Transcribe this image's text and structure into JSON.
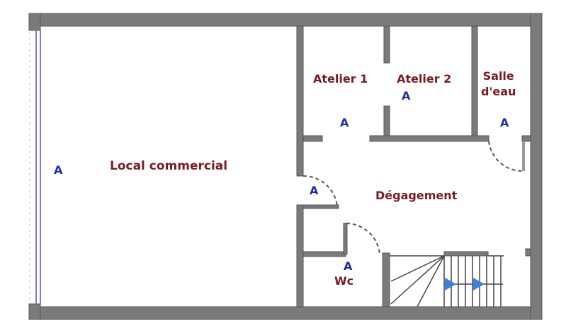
{
  "plan": {
    "colors": {
      "wall": "#7a7a7a",
      "wall_edge": "#555555",
      "room_label": "#7a1b22",
      "marker": "#1f2ca8",
      "glazing": "#7c7fc4",
      "stair_arrow": "#3b7fe0"
    },
    "rooms": [
      {
        "id": "local-commercial",
        "label": "Local commercial"
      },
      {
        "id": "atelier-1",
        "label": "Atelier 1"
      },
      {
        "id": "atelier-2",
        "label": "Atelier 2"
      },
      {
        "id": "salle-deau",
        "label_line1": "Salle",
        "label_line2": "d'eau"
      },
      {
        "id": "degagement",
        "label": "Dégagement"
      },
      {
        "id": "wc",
        "label": "Wc"
      }
    ],
    "markers": {
      "local_commercial": "A",
      "atelier_1": "A",
      "atelier_2": "A",
      "salle_deau": "A",
      "degagement_door": "A",
      "wc": "A"
    }
  }
}
